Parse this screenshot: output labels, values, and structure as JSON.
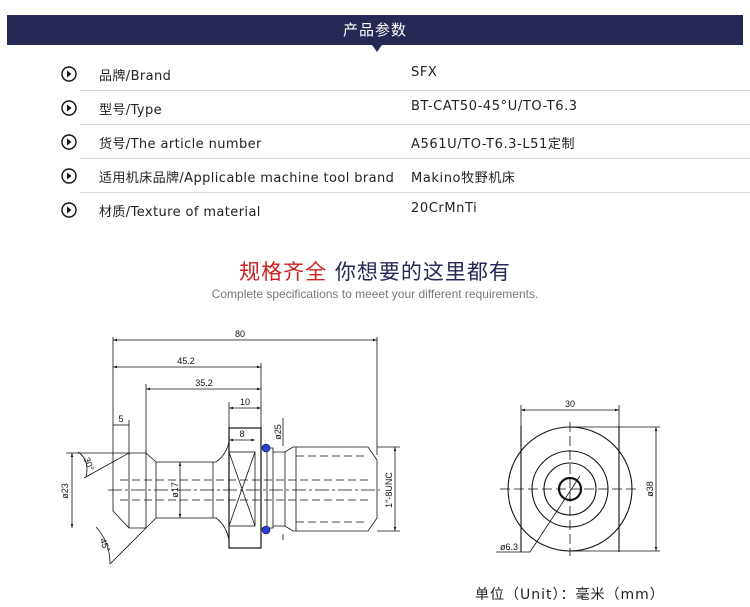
{
  "header": {
    "title": "产品参数",
    "banner_color": "#262955"
  },
  "params": [
    {
      "icon": "circle-chevron-right-icon",
      "label": "品牌/Brand",
      "value": "SFX"
    },
    {
      "icon": "circle-chevron-right-icon",
      "label": "型号/Type",
      "value": "BT-CAT50-45°U/TO-T6.3"
    },
    {
      "icon": "circle-chevron-right-icon",
      "label": "货号/The article number",
      "value": "A561U/TO-T6.3-L51定制"
    },
    {
      "icon": "circle-chevron-right-icon",
      "label": "适用机床品牌/Applicable machine tool brand",
      "value": "Makino牧野机床"
    },
    {
      "icon": "circle-chevron-right-icon",
      "label": "材质/Texture of material",
      "value": "20CrMnTi"
    }
  ],
  "headline": {
    "part1": "规格齐全",
    "part2": "你想要的这里都有",
    "accent_color": "#cc1f1f",
    "sub": "Complete specifications to meeet your different requirements."
  },
  "drawing": {
    "side_view": {
      "dims": {
        "overall_length": "80",
        "len_45": "45.2",
        "len_35": "35.2",
        "len_10": "10",
        "len_8": "8",
        "len_5": "5",
        "dia_25": "ø25",
        "dia_23": "ø23",
        "dia_17": "ø17",
        "thread": "1\"-8UNC",
        "angle_30": "30°",
        "angle_45": "45°"
      }
    },
    "end_view": {
      "dims": {
        "width_30": "30",
        "dia_38": "ø38",
        "hole_dia": "ø6.3"
      }
    }
  },
  "unit_note": "单位（Unit）：毫米（mm）"
}
